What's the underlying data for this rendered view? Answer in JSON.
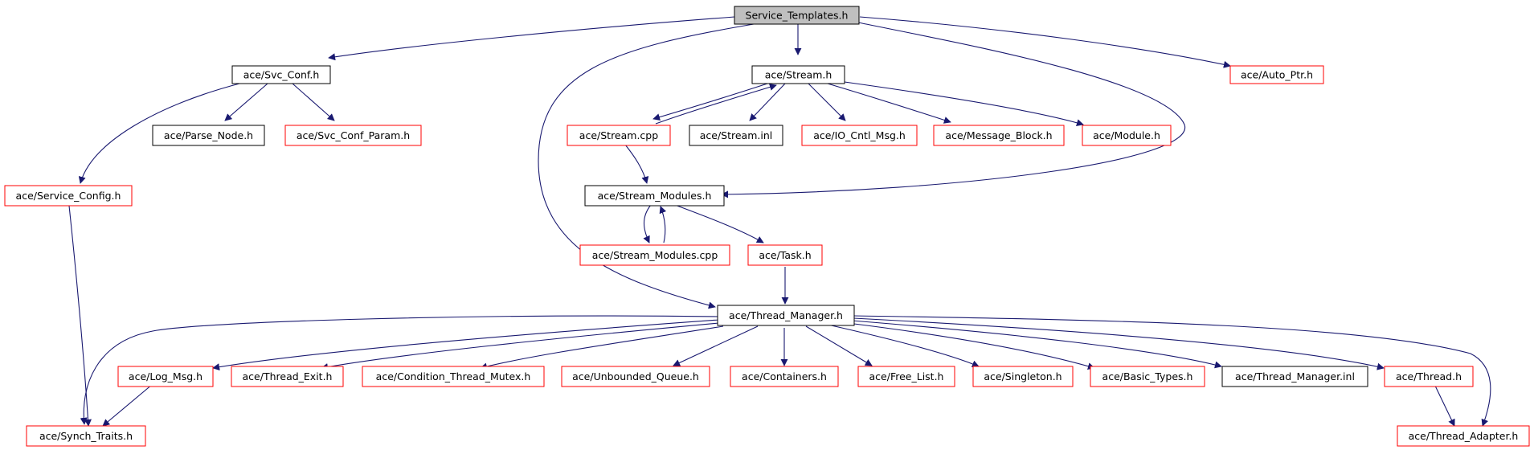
{
  "diagram": {
    "nodes": [
      {
        "id": "svc_templates",
        "label": "Service_Templates.h",
        "style": "root"
      },
      {
        "id": "svc_conf",
        "label": "ace/Svc_Conf.h",
        "style": "normal"
      },
      {
        "id": "stream_h",
        "label": "ace/Stream.h",
        "style": "normal"
      },
      {
        "id": "auto_ptr",
        "label": "ace/Auto_Ptr.h",
        "style": "red"
      },
      {
        "id": "parse_node",
        "label": "ace/Parse_Node.h",
        "style": "normal"
      },
      {
        "id": "svc_conf_param",
        "label": "ace/Svc_Conf_Param.h",
        "style": "red"
      },
      {
        "id": "stream_cpp",
        "label": "ace/Stream.cpp",
        "style": "red"
      },
      {
        "id": "stream_inl",
        "label": "ace/Stream.inl",
        "style": "normal"
      },
      {
        "id": "io_cntl",
        "label": "ace/IO_Cntl_Msg.h",
        "style": "red"
      },
      {
        "id": "msg_block",
        "label": "ace/Message_Block.h",
        "style": "red"
      },
      {
        "id": "module_h",
        "label": "ace/Module.h",
        "style": "red"
      },
      {
        "id": "service_config",
        "label": "ace/Service_Config.h",
        "style": "red"
      },
      {
        "id": "stream_modules_h",
        "label": "ace/Stream_Modules.h",
        "style": "normal"
      },
      {
        "id": "stream_modules_cpp",
        "label": "ace/Stream_Modules.cpp",
        "style": "red"
      },
      {
        "id": "task_h",
        "label": "ace/Task.h",
        "style": "red"
      },
      {
        "id": "thread_manager",
        "label": "ace/Thread_Manager.h",
        "style": "normal"
      },
      {
        "id": "log_msg",
        "label": "ace/Log_Msg.h",
        "style": "red"
      },
      {
        "id": "thread_exit",
        "label": "ace/Thread_Exit.h",
        "style": "red"
      },
      {
        "id": "cond_mutex",
        "label": "ace/Condition_Thread_Mutex.h",
        "style": "red"
      },
      {
        "id": "unbounded_queue",
        "label": "ace/Unbounded_Queue.h",
        "style": "red"
      },
      {
        "id": "containers",
        "label": "ace/Containers.h",
        "style": "red"
      },
      {
        "id": "free_list",
        "label": "ace/Free_List.h",
        "style": "red"
      },
      {
        "id": "singleton",
        "label": "ace/Singleton.h",
        "style": "red"
      },
      {
        "id": "basic_types",
        "label": "ace/Basic_Types.h",
        "style": "red"
      },
      {
        "id": "thread_manager_inl",
        "label": "ace/Thread_Manager.inl",
        "style": "normal"
      },
      {
        "id": "thread_h",
        "label": "ace/Thread.h",
        "style": "red"
      },
      {
        "id": "synch_traits",
        "label": "ace/Synch_Traits.h",
        "style": "red"
      },
      {
        "id": "thread_adapter",
        "label": "ace/Thread_Adapter.h",
        "style": "red"
      }
    ],
    "colors": {
      "root_fill": "#bfbfbf",
      "normal_border": "#000000",
      "red_border": "#ff0000",
      "edge": "#191970"
    }
  }
}
